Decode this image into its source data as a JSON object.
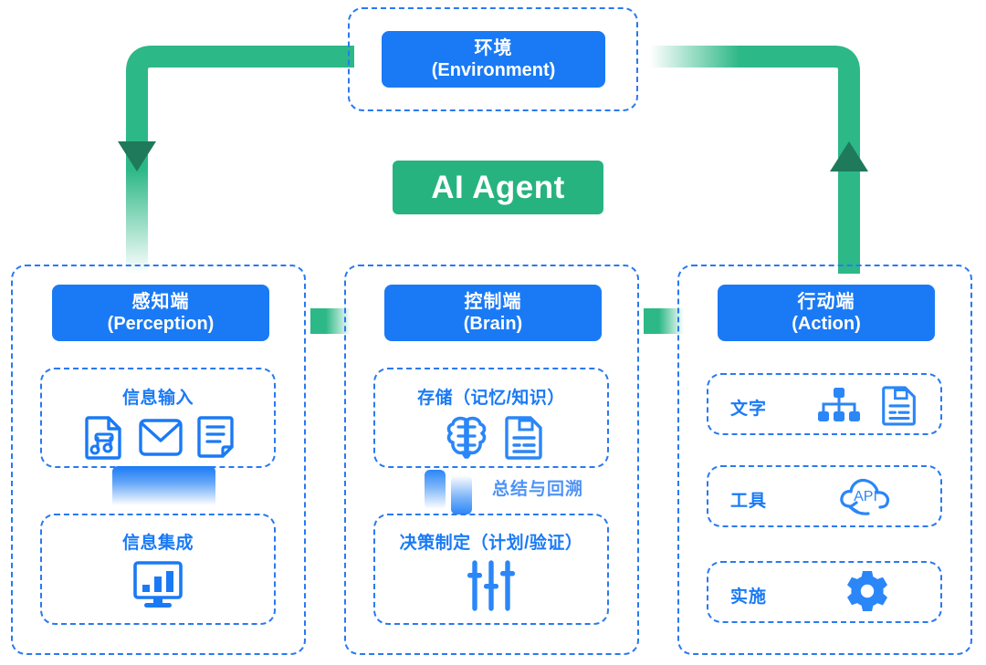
{
  "diagram": {
    "title": "AI Agent Architecture",
    "center_badge": "AI Agent",
    "colors": {
      "blue": "#1a7af5",
      "dashed_blue": "#2979f2",
      "green": "#2cb887",
      "arrow_head": "#1f7a5c",
      "label_blue": "#4f93f7"
    }
  },
  "environment": {
    "cn": "环境",
    "en": "(Environment)"
  },
  "columns": [
    {
      "key": "perception",
      "header": {
        "cn": "感知端",
        "en": "(Perception)"
      },
      "sections": [
        {
          "key": "info-input",
          "title": "信息输入",
          "icons": [
            "audio-file-icon",
            "envelope-icon",
            "text-document-icon"
          ]
        },
        {
          "key": "info-integration",
          "title": "信息集成",
          "icons": [
            "bar-chart-monitor-icon"
          ]
        }
      ],
      "connector_label": ""
    },
    {
      "key": "brain",
      "header": {
        "cn": "控制端",
        "en": "(Brain)"
      },
      "sections": [
        {
          "key": "storage",
          "title": "存储（记忆/知识）",
          "icons": [
            "brain-icon",
            "saved-document-icon"
          ]
        },
        {
          "key": "decision",
          "title": "决策制定（计划/验证）",
          "icons": [
            "sliders-icon"
          ]
        }
      ],
      "connector_label": "总结与回溯"
    },
    {
      "key": "action",
      "header": {
        "cn": "行动端",
        "en": "(Action)"
      },
      "rows": [
        {
          "key": "text",
          "label": "文字",
          "icons": [
            "hierarchy-tree-icon",
            "saved-document-icon"
          ]
        },
        {
          "key": "tools",
          "label": "工具",
          "icons": [
            "api-cloud-icon"
          ]
        },
        {
          "key": "implement",
          "label": "实施",
          "icons": [
            "gear-icon"
          ]
        }
      ]
    }
  ],
  "flow": {
    "left_arrow": "environment-to-perception",
    "right_arrow": "action-to-environment",
    "connector_perception_to_brain": "perception-to-brain",
    "connector_brain_to_action": "brain-to-action"
  },
  "api_icon_text": "API"
}
